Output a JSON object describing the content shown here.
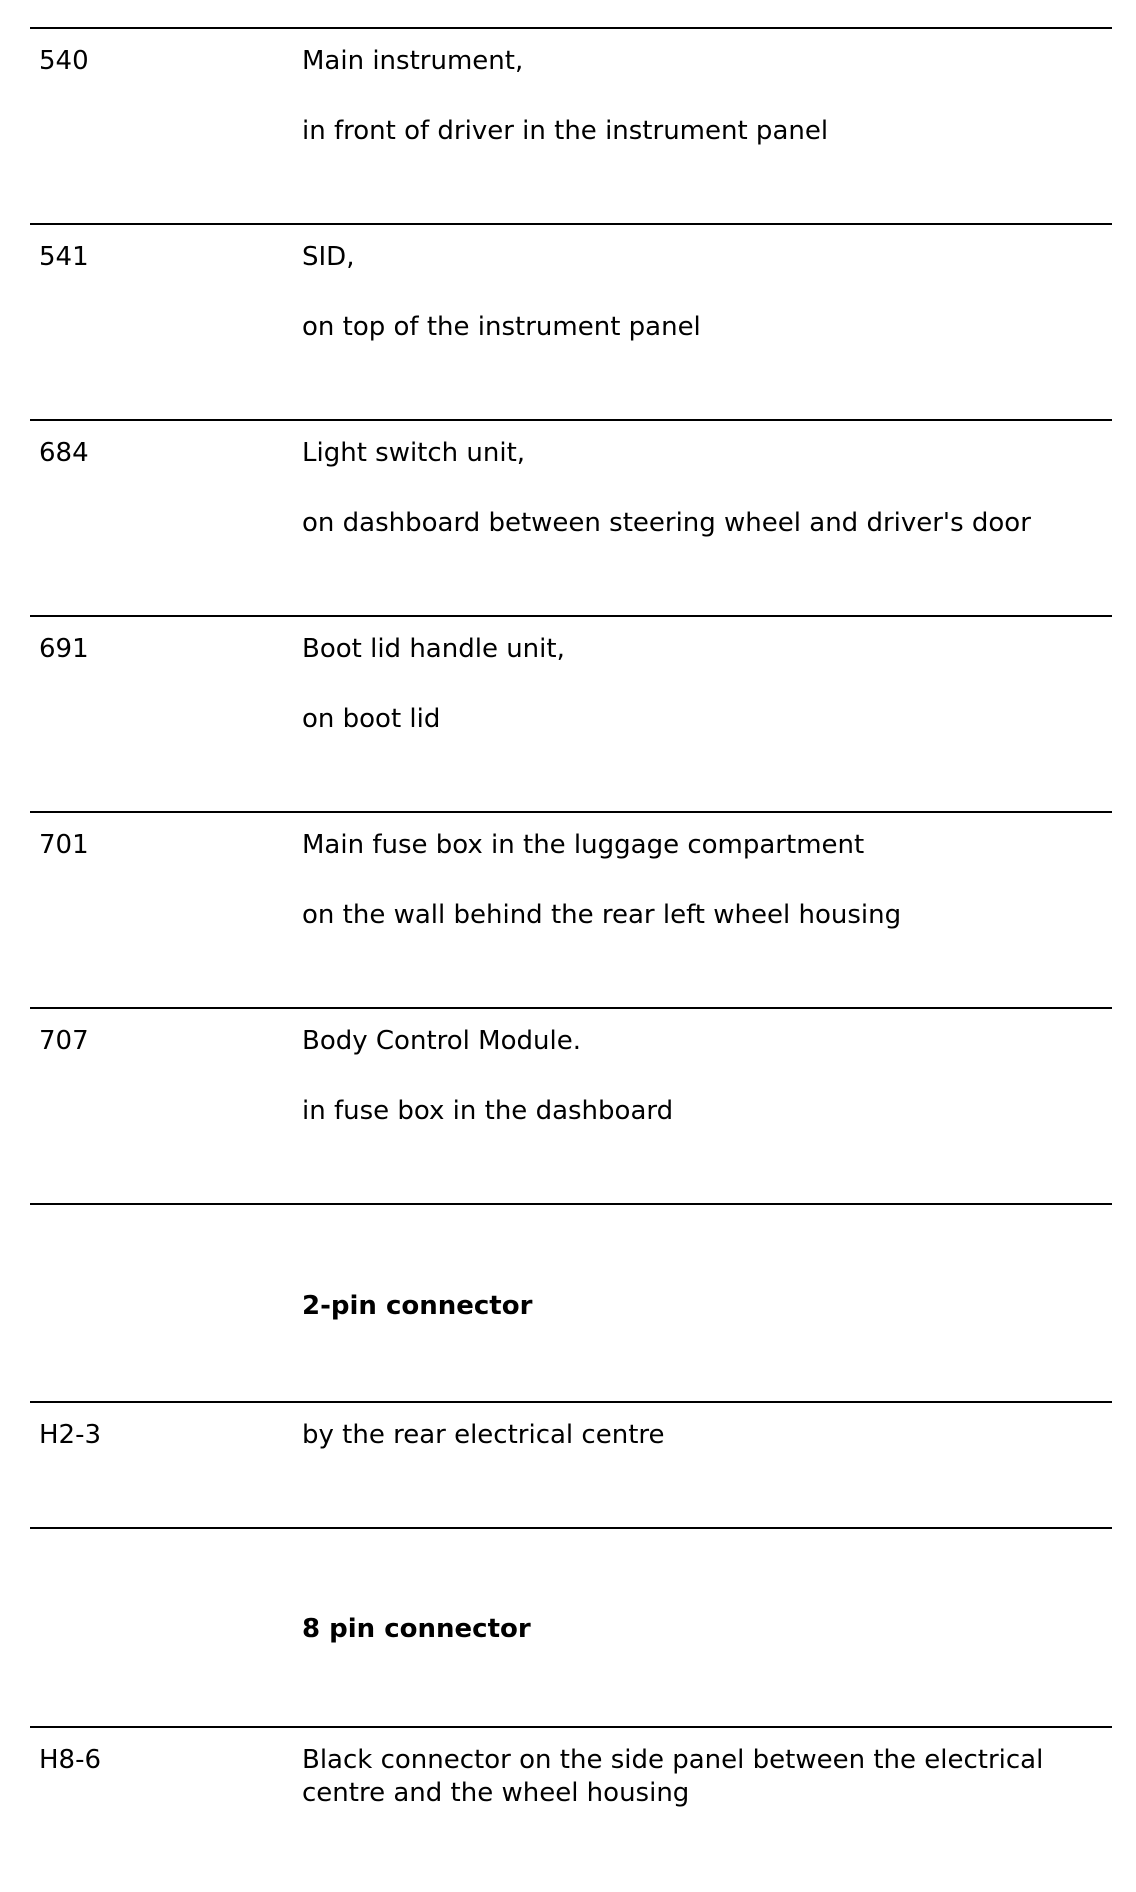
{
  "rows": [
    {
      "code": "540",
      "line1": "Main instrument,",
      "line2": "in front of driver in the instrument panel"
    },
    {
      "code": "541",
      "line1": "SID,",
      "line2": "on top of the instrument panel"
    },
    {
      "code": "684",
      "line1": "Light switch unit,",
      "line2": "on dashboard between steering wheel and driver's door"
    },
    {
      "code": "691",
      "line1": "Boot lid handle unit,",
      "line2": "on boot lid"
    },
    {
      "code": "701",
      "line1": "Main fuse box in the luggage compartment",
      "line2": "on the wall behind the rear left wheel housing"
    },
    {
      "code": "707",
      "line1": "Body Control Module.",
      "line2": "in fuse box in the dashboard"
    }
  ],
  "section_2pin": {
    "heading": "2-pin connector",
    "code": "H2-3",
    "text": "by the rear electrical centre"
  },
  "section_8pin": {
    "heading": "8 pin connector",
    "code": "H8-6",
    "text": "Black connector on the side panel between the electrical centre and the wheel housing"
  }
}
